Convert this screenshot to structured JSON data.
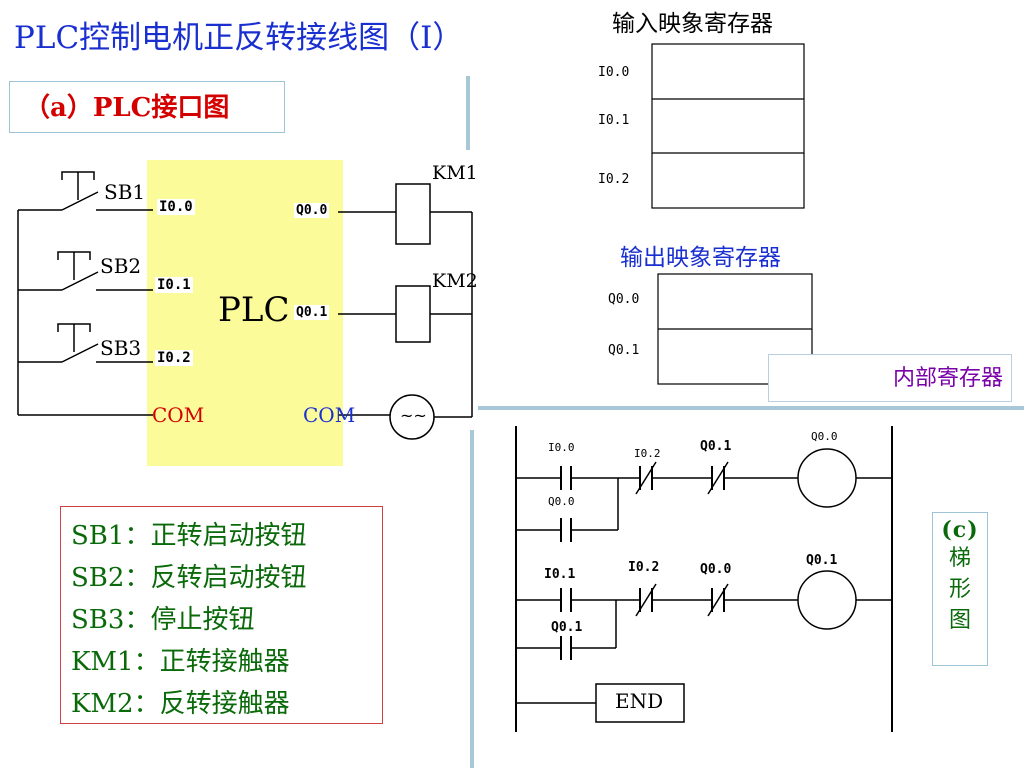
{
  "page": {
    "title": "PLC控制电机正反转接线图（I）",
    "panel_a_label": "（a）PLC接口图",
    "panel_c_label_top": "(c)",
    "panel_c_label_chars": [
      "梯",
      "形",
      "图"
    ],
    "internal_register_label": "内部寄存器"
  },
  "interface": {
    "plc_label": "PLC",
    "inputs": [
      {
        "switch": "SB1",
        "terminal": "I0.0"
      },
      {
        "switch": "SB2",
        "terminal": "I0.1"
      },
      {
        "switch": "SB3",
        "terminal": "I0.2"
      }
    ],
    "outputs": [
      {
        "terminal": "Q0.0",
        "coil": "KM1"
      },
      {
        "terminal": "Q0.1",
        "coil": "KM2"
      }
    ],
    "com_in": "COM",
    "com_out": "COM",
    "ac_source_symbol": "~~",
    "colors": {
      "plc_fill": "#fbfb9a",
      "com_in": "#d40000",
      "com_out": "#1a2fd0"
    }
  },
  "input_register": {
    "title": "输入映象寄存器",
    "rows": [
      "I0.0",
      "I0.1",
      "I0.2"
    ]
  },
  "output_register": {
    "title": "输出映象寄存器",
    "rows": [
      "Q0.0",
      "Q0.1"
    ]
  },
  "legend": [
    "SB1：正转启动按钮",
    "SB2：反转启动按钮",
    "SB3：停止按钮",
    "KM1：正转接触器",
    "KM2：反转接触器"
  ],
  "ladder": {
    "rung1": {
      "contact_a": "I0.0",
      "seal": "Q0.0",
      "contact_b": "I0.2",
      "contact_c": "Q0.1",
      "coil": "Q0.0"
    },
    "rung2": {
      "contact_a": "I0.1",
      "seal": "Q0.1",
      "contact_b": "I0.2",
      "contact_c": "Q0.0",
      "coil": "Q0.1"
    },
    "end_label": "END"
  }
}
